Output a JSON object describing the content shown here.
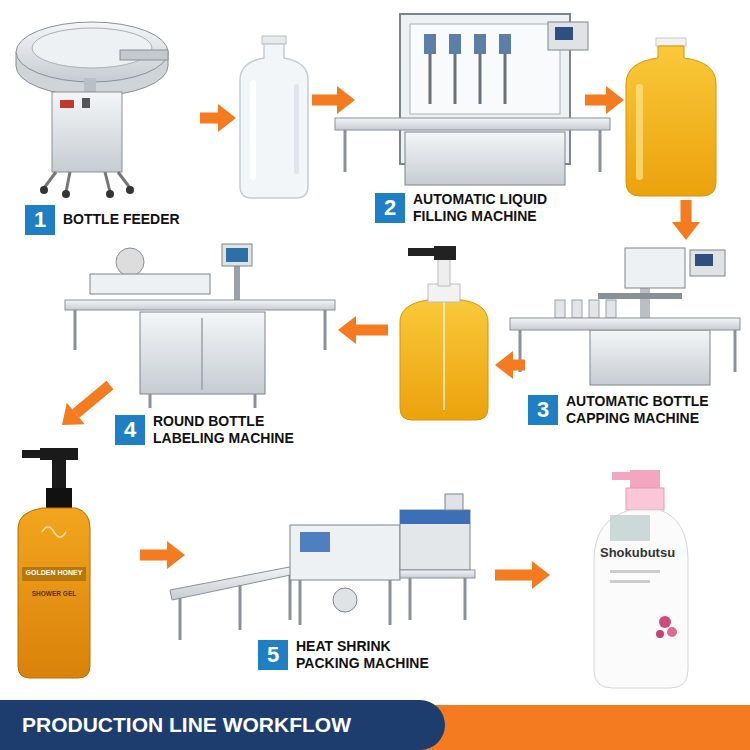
{
  "diagram": {
    "title": "PRODUCTION LINE WORKFLOW",
    "nodes": [
      {
        "text": [
          "1",
          "BOTTLE FEEDER"
        ]
      },
      {
        "text": [
          "2",
          "AUTOMATIC LIQUID FILLING MACHINE"
        ]
      },
      {
        "text": [
          "3",
          "AUTOMATIC BOTTLE CAPPING MACHINE"
        ]
      },
      {
        "text": [
          "4",
          "ROUND BOTTLE LABELING MACHINE"
        ]
      },
      {
        "text": [
          "5",
          "HEAT SHRINK PACKING MACHINE"
        ]
      }
    ],
    "edges": [
      {
        "from": 0,
        "to": 1,
        "arrow": "to"
      },
      {
        "from": 1,
        "to": 2,
        "arrow": "to"
      },
      {
        "from": 2,
        "to": 3,
        "arrow": "to"
      },
      {
        "from": 3,
        "to": 4,
        "arrow": "to"
      }
    ],
    "labels": [
      "GOLDEN HONEY",
      "SHOWER GEL",
      "Shokubutsu"
    ]
  }
}
